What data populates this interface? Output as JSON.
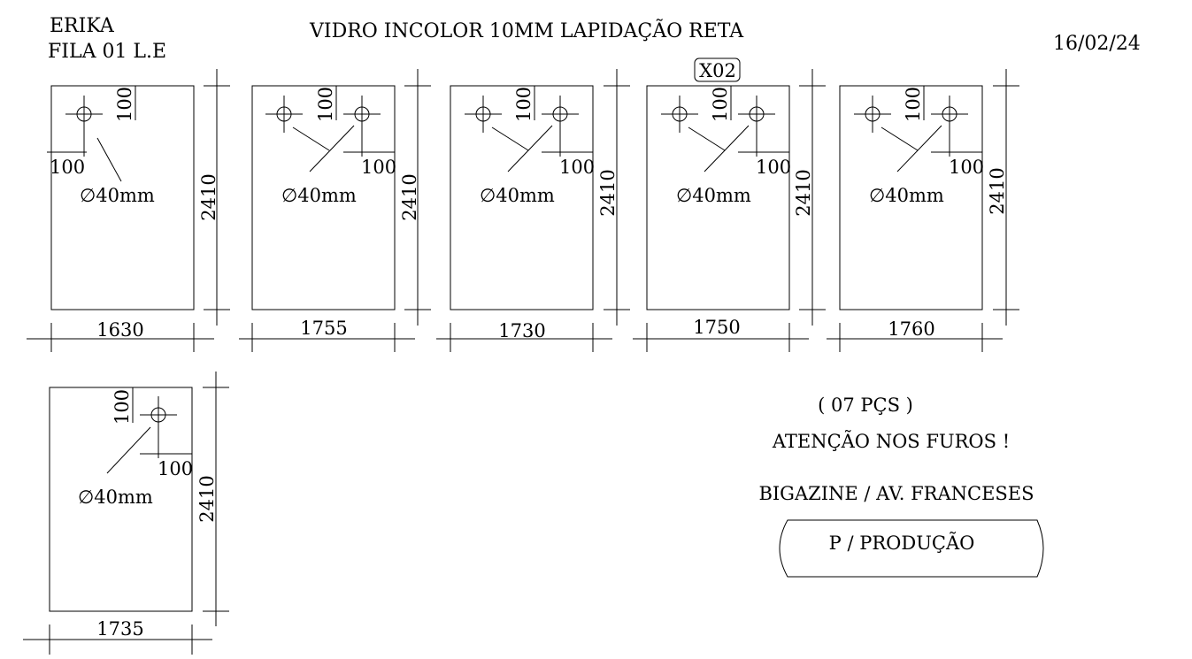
{
  "header": {
    "client": "ERIKA",
    "row_ref": "FILA 01 L.E",
    "title": "VIDRO INCOLOR 10MM LAPIDAÇÃO RETA",
    "date": "16/02/24"
  },
  "panels": [
    {
      "width": "1630",
      "height": "2410",
      "offset_top": "100",
      "offset_side": "100",
      "hole": "∅40mm",
      "qty_badge": ""
    },
    {
      "width": "1755",
      "height": "2410",
      "offset_top": "100",
      "offset_side": "100",
      "hole": "∅40mm",
      "qty_badge": ""
    },
    {
      "width": "1730",
      "height": "2410",
      "offset_top": "100",
      "offset_side": "100",
      "hole": "∅40mm",
      "qty_badge": ""
    },
    {
      "width": "1750",
      "height": "2410",
      "offset_top": "100",
      "offset_side": "100",
      "hole": "∅40mm",
      "qty_badge": "X02"
    },
    {
      "width": "1760",
      "height": "2410",
      "offset_top": "100",
      "offset_side": "100",
      "hole": "∅40mm",
      "qty_badge": ""
    },
    {
      "width": "1735",
      "height": "2410",
      "offset_top": "100",
      "offset_side": "100",
      "hole": "∅40mm",
      "qty_badge": ""
    }
  ],
  "notes": {
    "count": "( 07 PÇS )",
    "warning": "ATENÇÃO NOS FUROS !",
    "location": "BIGAZINE / AV. FRANCESES",
    "destination": "P / PRODUÇÃO"
  }
}
